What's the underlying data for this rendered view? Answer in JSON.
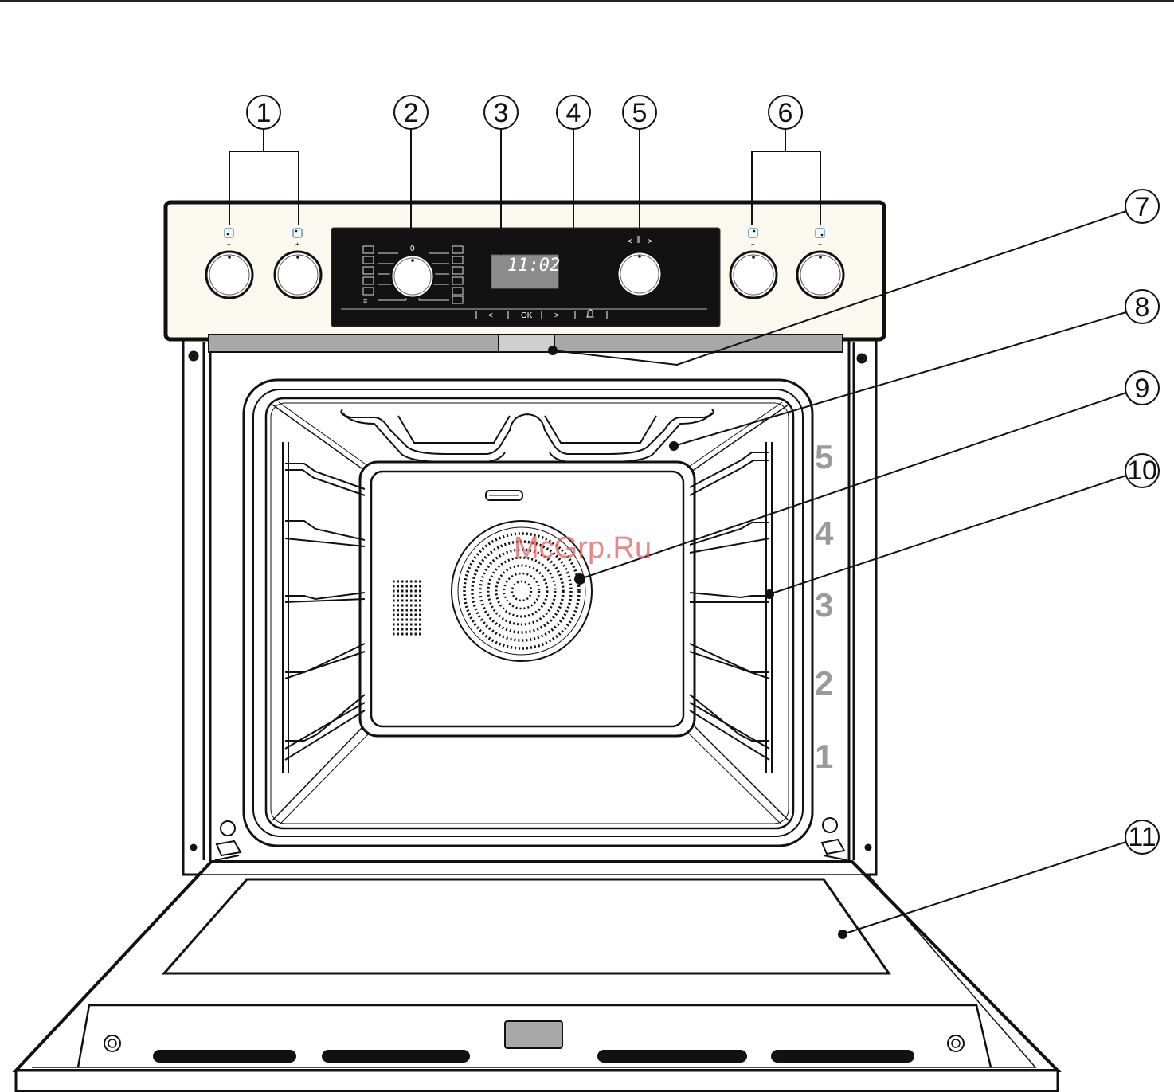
{
  "callouts": [
    {
      "id": "1",
      "label": "1"
    },
    {
      "id": "2",
      "label": "2"
    },
    {
      "id": "3",
      "label": "3"
    },
    {
      "id": "4",
      "label": "4"
    },
    {
      "id": "5",
      "label": "5"
    },
    {
      "id": "6",
      "label": "6"
    },
    {
      "id": "7",
      "label": "7"
    },
    {
      "id": "8",
      "label": "8"
    },
    {
      "id": "9",
      "label": "9"
    },
    {
      "id": "10",
      "label": "10"
    },
    {
      "id": "11",
      "label": "11"
    }
  ],
  "shelf_levels": [
    "5",
    "4",
    "3",
    "2",
    "1"
  ],
  "control_panel": {
    "display_time": "11:02",
    "nav_left": "<",
    "nav_ok": "OK",
    "nav_right": ">",
    "selector_zero": "0",
    "temp_lt": "<",
    "temp_gt": ">"
  },
  "watermark": "McGrp.Ru",
  "colors": {
    "panel_cream": "#fbf8ef",
    "panel_black": "#121212",
    "display_grey": "#8c8c8c",
    "vent_strip": "#a8a8a8",
    "level_numbers": "#9a9a9a",
    "watermark": "#e06060"
  }
}
